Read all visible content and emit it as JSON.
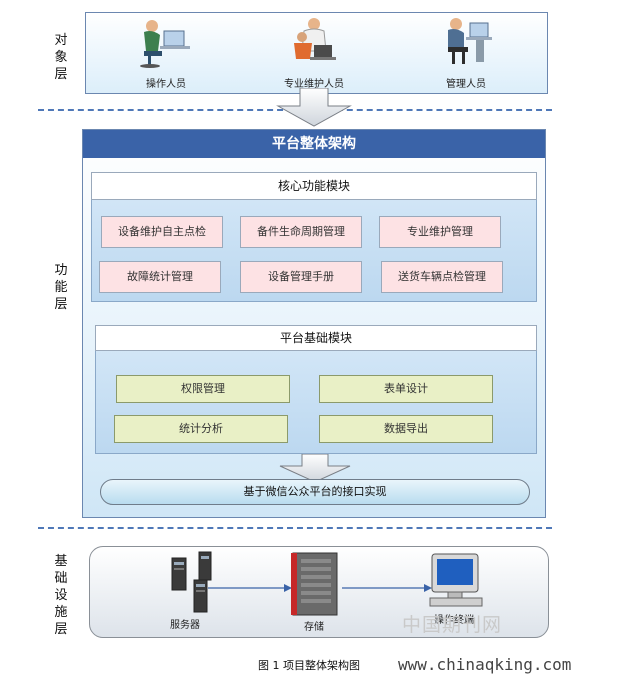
{
  "layers": {
    "object_layer": "对象层",
    "function_layer": "功能层",
    "infrastructure_layer": "基础设施层"
  },
  "object_roles": [
    "操作人员",
    "专业维护人员",
    "管理人员"
  ],
  "platform": {
    "title": "平台整体架构",
    "core_module": {
      "title": "核心功能模块",
      "items": [
        "设备维护自主点检",
        "备件生命周期管理",
        "专业维护管理",
        "故障统计管理",
        "设备管理手册",
        "送货车辆点检管理"
      ]
    },
    "base_module": {
      "title": "平台基础模块",
      "items": [
        "权限管理",
        "表单设计",
        "统计分析",
        "数据导出"
      ]
    },
    "interface": "基于微信公众平台的接口实现"
  },
  "infrastructure": {
    "server": "服务器",
    "storage": "存储",
    "terminal": "操作终端"
  },
  "caption": "图 1  项目整体架构图",
  "watermarks": [
    "中国期刊网",
    "www.chinaqking.com"
  ],
  "colors": {
    "header_blue": "#3a63a8",
    "dash_blue": "#4f78b8",
    "pink_box": "#fde2e4",
    "green_box": "#e9f0c6"
  }
}
